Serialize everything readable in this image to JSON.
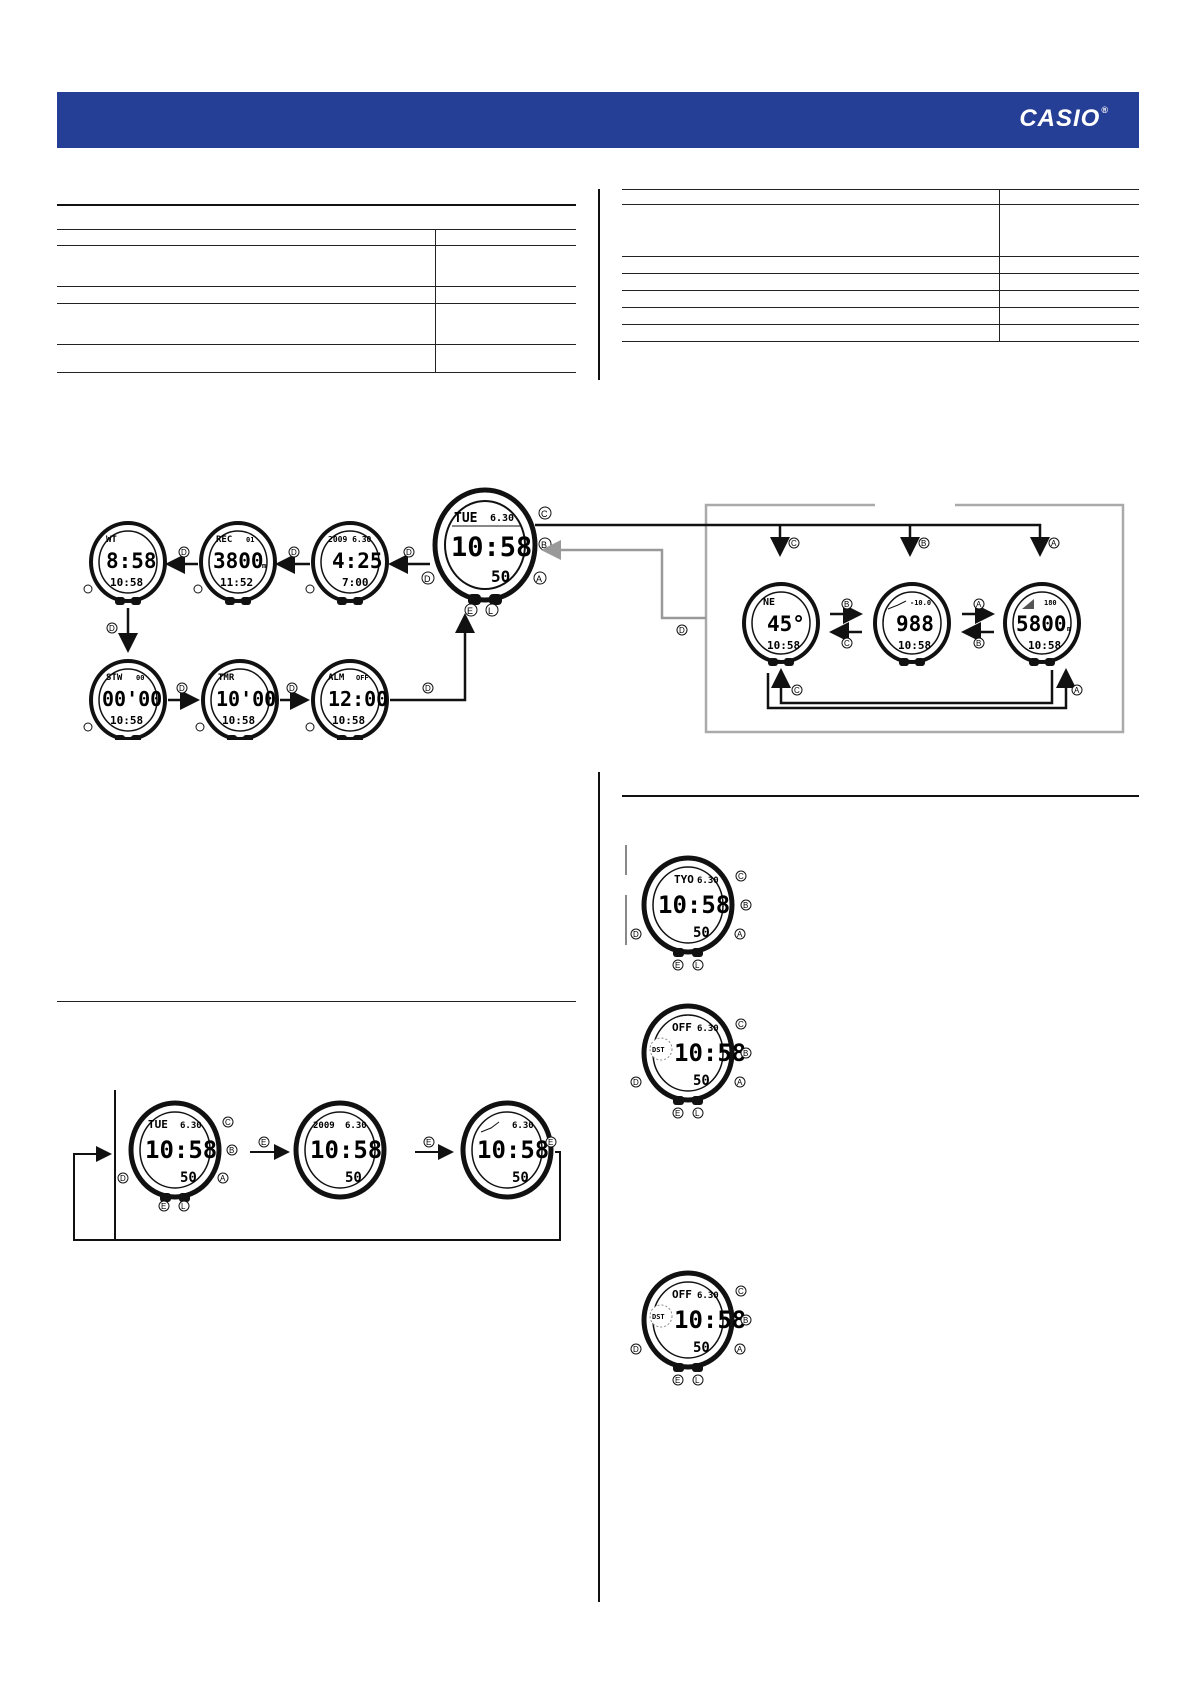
{
  "brand": {
    "logo_text": "CASIO",
    "registered": "®"
  },
  "buttons": {
    "a": "A",
    "b": "B",
    "c": "C",
    "d": "D",
    "e": "E",
    "l": "L"
  },
  "mode_screens": {
    "timekeeping": {
      "top": "TUE",
      "date": "6.30",
      "time": "10:58",
      "seconds": "50"
    },
    "world_time": {
      "tag": "WT",
      "main": "8:58",
      "sub": "10:58"
    },
    "recall": {
      "tag": "REC",
      "num": "01",
      "main": "3800",
      "unit": "m",
      "sub": "11:52"
    },
    "log": {
      "top": "2009 6.30",
      "main": "4:25",
      "sub": "7:00"
    },
    "stopwatch": {
      "tag": "STW",
      "num": "00",
      "main": "00'00",
      "sub": "10:58"
    },
    "timer": {
      "tag": "TMR",
      "main": "10'00",
      "sub": "10:58"
    },
    "alarm": {
      "tag": "ALM",
      "flag": "OFF",
      "main": "12:00",
      "sub": "10:58"
    },
    "compass": {
      "tag": "NE",
      "main": "45°",
      "sub": "10:58"
    },
    "barometer": {
      "top": "-10.0",
      "main": "988",
      "sub": "10:58"
    },
    "altimeter": {
      "top": "180",
      "main": "5800",
      "unit": "m",
      "sub": "10:58"
    }
  },
  "display_cycle": {
    "s1": {
      "top": "TUE",
      "date": "6.30",
      "time": "10:58",
      "seconds": "50"
    },
    "s2": {
      "top": "2009",
      "date": "6.30",
      "time": "10:58",
      "seconds": "50"
    },
    "s3": {
      "date": "6.30",
      "time": "10:58",
      "seconds": "50"
    }
  },
  "setting_screens": {
    "s1": {
      "top": "TYO",
      "date": "6.30",
      "time": "10:58",
      "seconds": "50"
    },
    "s2": {
      "top": "OFF",
      "date": "6.30",
      "badge": "DST",
      "time": "10:58",
      "seconds": "50"
    },
    "s3": {
      "top": "OFF",
      "date": "6.30",
      "badge": "DST",
      "time": "10:58",
      "seconds": "50"
    }
  }
}
